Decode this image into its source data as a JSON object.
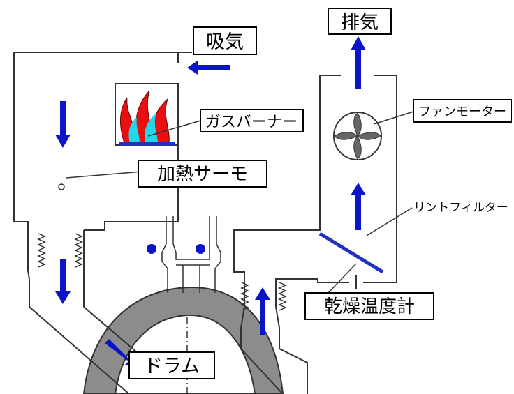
{
  "labels": {
    "intake": "吸気",
    "exhaust": "排気",
    "gas_burner": "ガスバーナー",
    "heat_thermostat": "加熱サーモ",
    "fan_motor": "ファンモーター",
    "lint_filter": "リントフィルター",
    "dry_thermometer": "乾燥温度計",
    "drum": "ドラム"
  },
  "colors": {
    "arrow": "#0a14c8",
    "flame_red": "#e81010",
    "flame_cyan": "#22d8e8",
    "burner_base": "#2030c0",
    "drum_fill": "#8c8c8c",
    "line": "#333333"
  },
  "icons": {
    "fan": "fan-icon",
    "flame": "flame-icon",
    "bellows": "bellows-icon"
  }
}
